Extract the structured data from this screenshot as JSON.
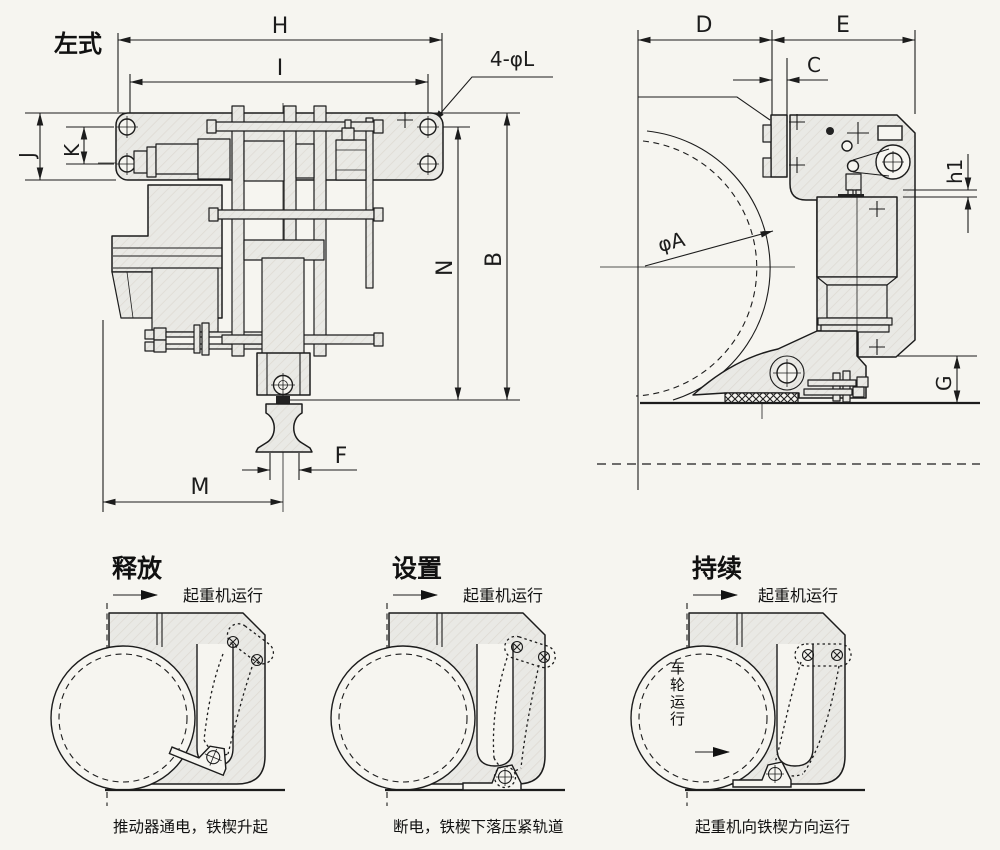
{
  "colors": {
    "paper": "#f6f5f0",
    "ink": "#1c1c1c",
    "part_fill": "#e9e9e5"
  },
  "left_view": {
    "label": "左式",
    "dims": {
      "H": "H",
      "I": "I",
      "J": "J",
      "K": "K",
      "N": "N",
      "B": "B",
      "M": "M",
      "F": "F",
      "bolt_holes": "4-φL"
    }
  },
  "right_view": {
    "dims": {
      "D": "D",
      "E": "E",
      "C": "C",
      "h1": "h1",
      "phi_a": "φA",
      "G": "G"
    }
  },
  "sequence": [
    {
      "title": "释放",
      "arrow_label": "起重机运行",
      "caption": "推动器通电，铁楔升起"
    },
    {
      "title": "设置",
      "arrow_label": "起重机运行",
      "caption": "断电，铁楔下落压紧轨道"
    },
    {
      "title": "持续",
      "arrow_label": "起重机运行",
      "wheel_label": "车轮运行",
      "caption": "起重机向铁楔方向运行"
    }
  ]
}
